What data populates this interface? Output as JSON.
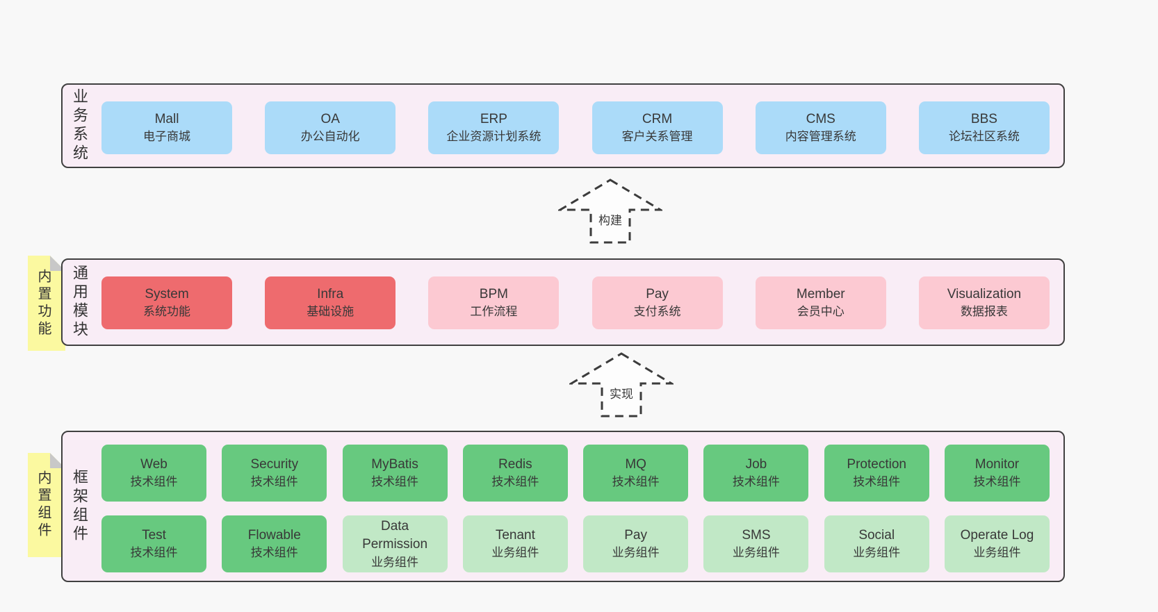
{
  "colors": {
    "page_bg": "#f8f8f8",
    "container_bg": "#f9edf6",
    "container_border": "#404040",
    "blue": "#abdbf9",
    "red": "#ee6b6e",
    "pink": "#fcc9d2",
    "green_dark": "#67c97f",
    "green_light": "#c1e8c6",
    "note_yellow": "#fbf9a0",
    "note_fold_gray": "#c8c8c8",
    "text": "#383838"
  },
  "layers": {
    "business": {
      "label": "业务系统",
      "boxes": [
        {
          "name": "Mall",
          "desc": "电子商城",
          "variant": "blue"
        },
        {
          "name": "OA",
          "desc": "办公自动化",
          "variant": "blue"
        },
        {
          "name": "ERP",
          "desc": "企业资源计划系统",
          "variant": "blue"
        },
        {
          "name": "CRM",
          "desc": "客户关系管理",
          "variant": "blue"
        },
        {
          "name": "CMS",
          "desc": "内容管理系统",
          "variant": "blue"
        },
        {
          "name": "BBS",
          "desc": "论坛社区系统",
          "variant": "blue"
        }
      ]
    },
    "modules": {
      "label": "通用模块",
      "note": "内置功能",
      "boxes": [
        {
          "name": "System",
          "desc": "系统功能",
          "variant": "red"
        },
        {
          "name": "Infra",
          "desc": "基础设施",
          "variant": "red"
        },
        {
          "name": "BPM",
          "desc": "工作流程",
          "variant": "pink"
        },
        {
          "name": "Pay",
          "desc": "支付系统",
          "variant": "pink"
        },
        {
          "name": "Member",
          "desc": "会员中心",
          "variant": "pink"
        },
        {
          "name": "Visualization",
          "desc": "数据报表",
          "variant": "pink"
        }
      ]
    },
    "components": {
      "label": "框架组件",
      "note": "内置组件",
      "row1": [
        {
          "name": "Web",
          "desc": "技术组件",
          "variant": "green-dark"
        },
        {
          "name": "Security",
          "desc": "技术组件",
          "variant": "green-dark"
        },
        {
          "name": "MyBatis",
          "desc": "技术组件",
          "variant": "green-dark"
        },
        {
          "name": "Redis",
          "desc": "技术组件",
          "variant": "green-dark"
        },
        {
          "name": "MQ",
          "desc": "技术组件",
          "variant": "green-dark"
        },
        {
          "name": "Job",
          "desc": "技术组件",
          "variant": "green-dark"
        },
        {
          "name": "Protection",
          "desc": "技术组件",
          "variant": "green-dark"
        },
        {
          "name": "Monitor",
          "desc": "技术组件",
          "variant": "green-dark"
        }
      ],
      "row2": [
        {
          "name": "Test",
          "desc": "技术组件",
          "variant": "green-dark"
        },
        {
          "name": "Flowable",
          "desc": "技术组件",
          "variant": "green-dark"
        },
        {
          "name": "Data Permission",
          "desc": "业务组件",
          "variant": "green-light"
        },
        {
          "name": "Tenant",
          "desc": "业务组件",
          "variant": "green-light"
        },
        {
          "name": "Pay",
          "desc": "业务组件",
          "variant": "green-light"
        },
        {
          "name": "SMS",
          "desc": "业务组件",
          "variant": "green-light"
        },
        {
          "name": "Social",
          "desc": "业务组件",
          "variant": "green-light"
        },
        {
          "name": "Operate Log",
          "desc": "业务组件",
          "variant": "green-light"
        }
      ]
    }
  },
  "arrows": [
    {
      "label": "构建"
    },
    {
      "label": "实现"
    }
  ]
}
